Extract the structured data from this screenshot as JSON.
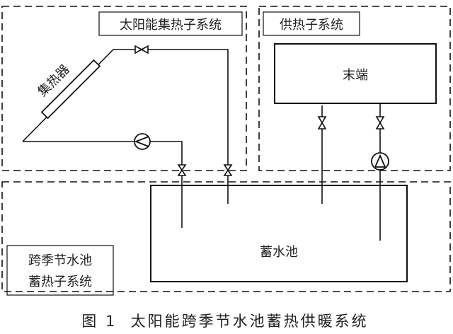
{
  "subsystems": {
    "solar": {
      "label": "太阳能集热子系统"
    },
    "supply": {
      "label": "供热子系统"
    },
    "storage": {
      "label_line1": "跨季节水池",
      "label_line2": "蓄热子系统"
    }
  },
  "components": {
    "collector": "集热器",
    "terminal": "末端",
    "tank": "蓄水池"
  },
  "caption": "图 1  太阳能跨季节水池蓄热供暖系统",
  "colors": {
    "line": "#111111",
    "text": "#222222",
    "background": "#ffffff"
  }
}
